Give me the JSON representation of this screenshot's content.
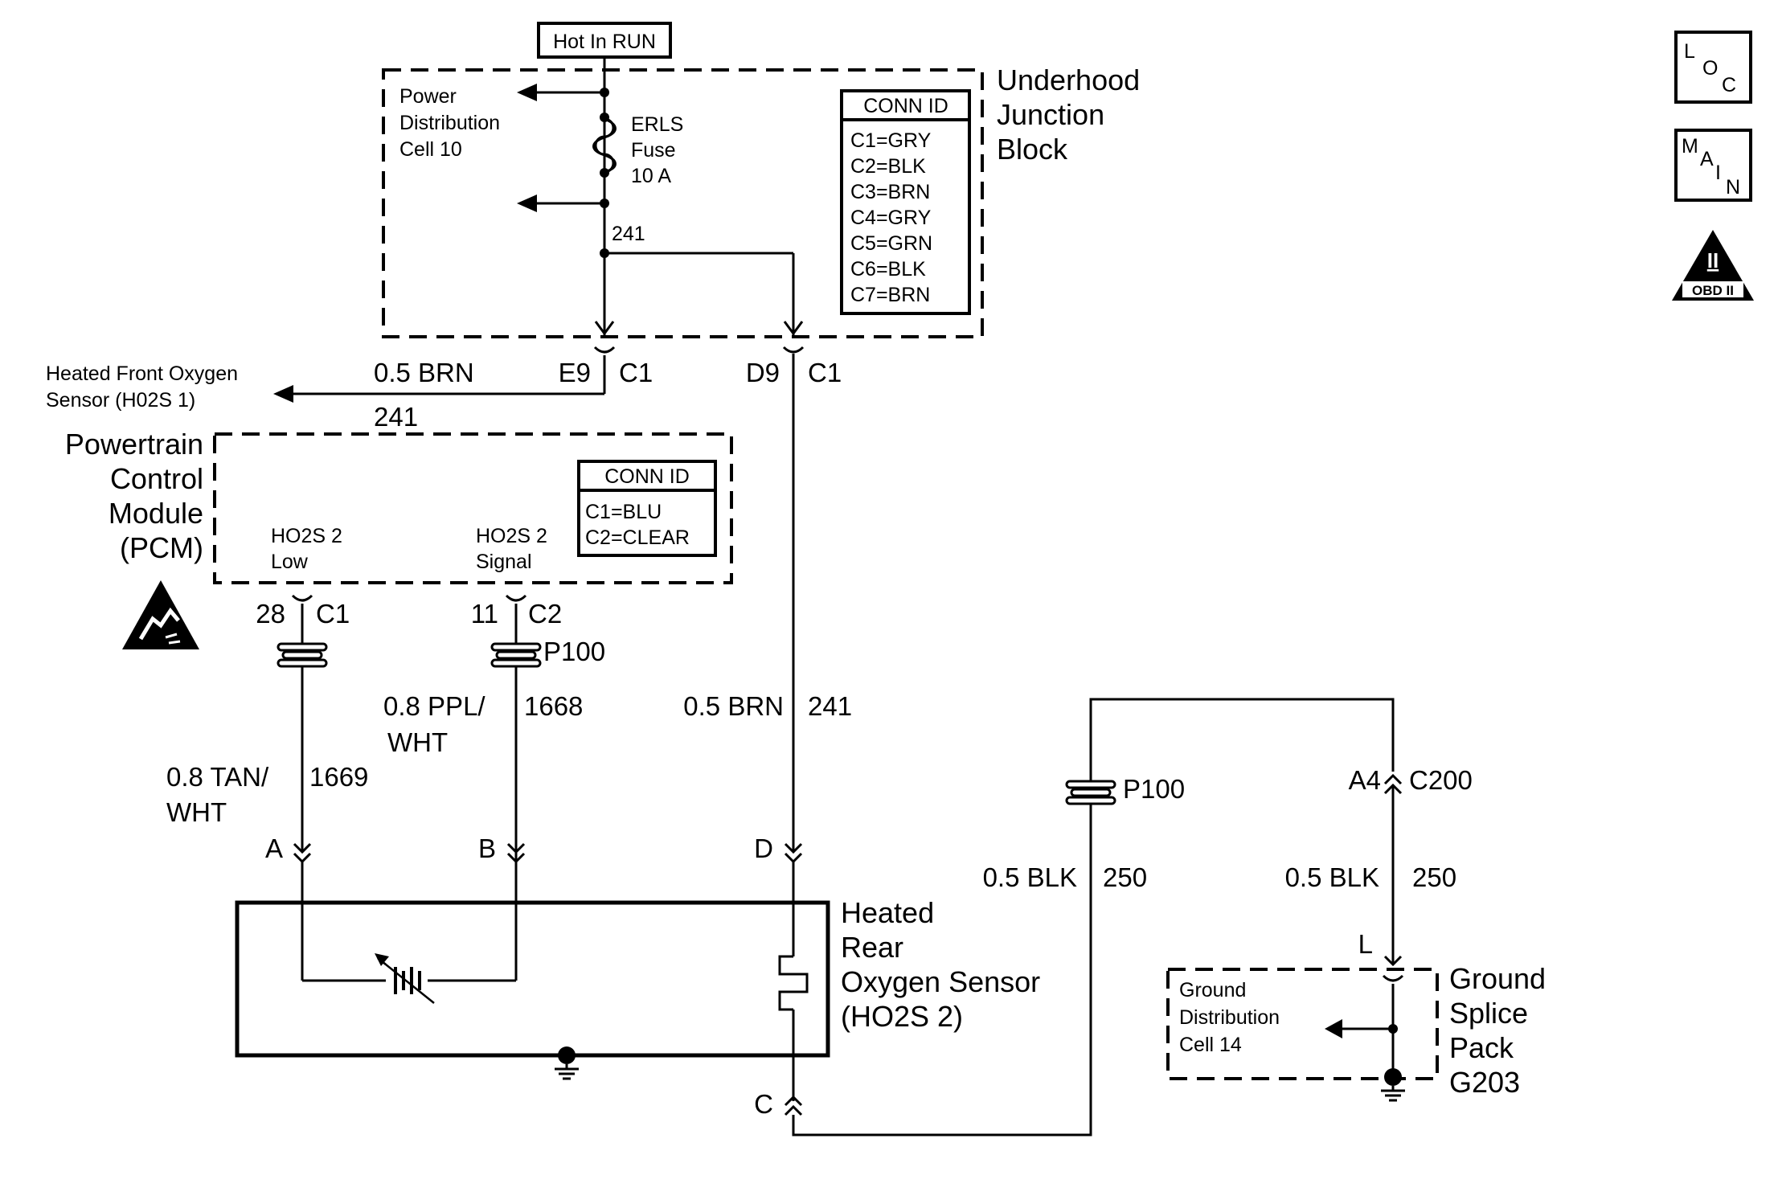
{
  "power": {
    "source": "Hot In RUN"
  },
  "underhood": {
    "title": [
      "Underhood",
      "Junction",
      "Block"
    ],
    "distribution": [
      "Power",
      "Distribution",
      "Cell 10"
    ],
    "fuse": [
      "ERLS",
      "Fuse",
      "10 A"
    ],
    "circuit": "241",
    "conn_title": "CONN ID",
    "conn": [
      "C1=GRY",
      "C2=BLK",
      "C3=BRN",
      "C4=GRY",
      "C5=GRN",
      "C6=BLK",
      "C7=BRN"
    ]
  },
  "e9": {
    "pin": "E9",
    "conn": "C1",
    "wire": "0.5 BRN",
    "circuit": "241"
  },
  "d9": {
    "pin": "D9",
    "conn": "C1",
    "wire": "0.5 BRN",
    "circuit": "241"
  },
  "front_sensor": [
    "Heated Front Oxygen",
    "Sensor (H02S 1)"
  ],
  "pcm": {
    "title": [
      "Powertrain",
      "Control",
      "Module",
      "(PCM)"
    ],
    "low": [
      "HO2S 2",
      "Low"
    ],
    "signal": [
      "HO2S 2",
      "Signal"
    ],
    "conn_title": "CONN ID",
    "conn": [
      "C1=BLU",
      "C2=CLEAR"
    ]
  },
  "pin28": {
    "pin": "28",
    "conn": "C1"
  },
  "pin11": {
    "pin": "11",
    "conn": "C2",
    "passthru": "P100"
  },
  "wire1669": {
    "color": [
      "0.8 TAN/",
      "WHT"
    ],
    "circuit": "1669"
  },
  "wire1668": {
    "color": [
      "0.8 PPL/",
      "WHT"
    ],
    "circuit": "1668"
  },
  "sensor_pins": {
    "a": "A",
    "b": "B",
    "d": "D",
    "c": "C"
  },
  "rear_sensor": [
    "Heated",
    "Rear",
    "Oxygen Sensor",
    "(HO2S 2)"
  ],
  "ground_left": {
    "passthru": "P100",
    "wire": "0.5 BLK",
    "circuit": "250"
  },
  "ground_right": {
    "pin": "A4",
    "conn": "C200",
    "wire": "0.5 BLK",
    "circuit": "250",
    "splice_pin": "L"
  },
  "ground_block": {
    "distribution": [
      "Ground",
      "Distribution",
      "Cell 14"
    ],
    "title": [
      "Ground",
      "Splice",
      "Pack",
      "G203"
    ]
  },
  "icons": {
    "loc": [
      "L",
      "O",
      "C"
    ],
    "main": [
      "M",
      "A",
      "I",
      "N"
    ],
    "obd": "OBD II",
    "obd_mark": "II"
  }
}
